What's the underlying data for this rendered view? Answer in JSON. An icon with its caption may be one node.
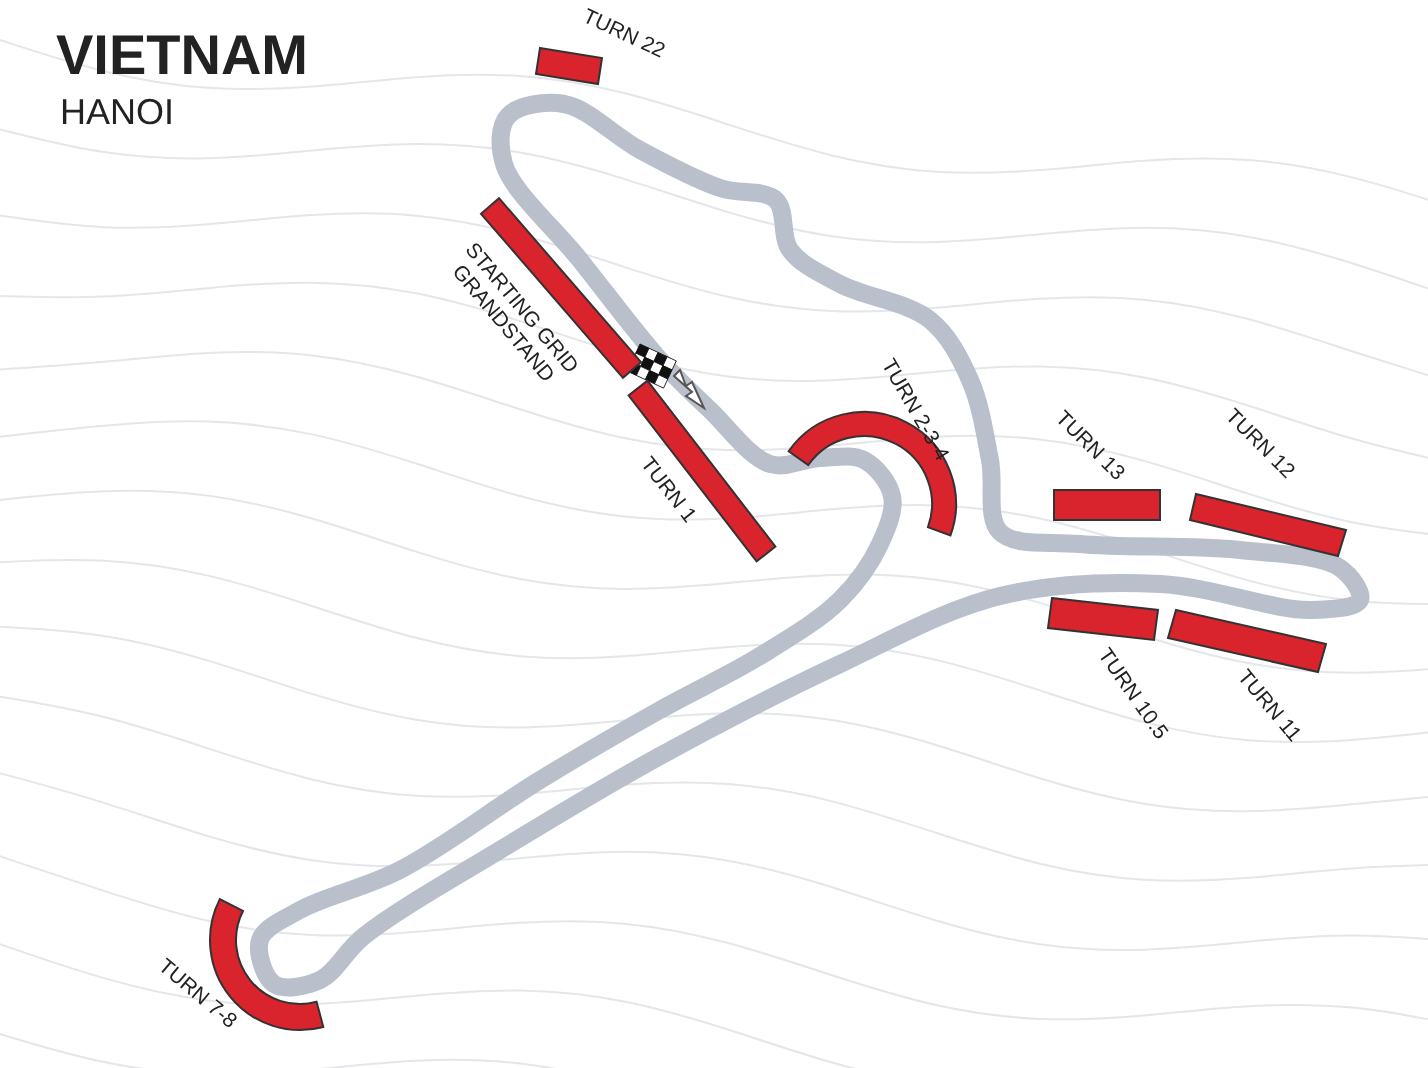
{
  "diagram": {
    "title": "VIETNAM",
    "nodes": [
      {
        "text": [
          "TURN 22"
        ]
      },
      {
        "text": [
          "STARTING GRID GRANDSTAND"
        ]
      },
      {
        "text": [
          "TURN 1"
        ]
      },
      {
        "text": [
          "TURN 2-3-4"
        ]
      },
      {
        "text": [
          "TURN 13"
        ]
      },
      {
        "text": [
          "TURN 12"
        ]
      },
      {
        "text": [
          "TURN 10.5"
        ]
      },
      {
        "text": [
          "TURN 11"
        ]
      },
      {
        "text": [
          "TURN 7-8"
        ]
      }
    ],
    "labels": [
      "HANOI"
    ]
  }
}
